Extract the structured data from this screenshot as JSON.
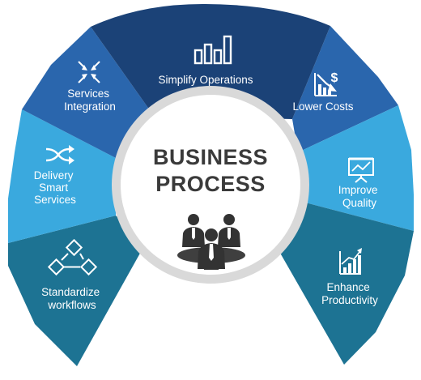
{
  "center": {
    "title_line1": "BUSINESS",
    "title_line2": "PROCESS",
    "icon": "team-meeting-icon"
  },
  "segments": [
    {
      "id": "simplify",
      "lines": [
        "Simplify Operations"
      ],
      "icon": "bar-blocks-icon",
      "color": "#1b4277"
    },
    {
      "id": "lower-costs",
      "lines": [
        "Lower Costs"
      ],
      "icon": "declining-dollar-chart-icon",
      "color": "#2a66ad"
    },
    {
      "id": "improve-quality",
      "lines": [
        "Improve",
        "Quality"
      ],
      "icon": "presentation-board-icon",
      "color": "#3aa9de"
    },
    {
      "id": "enhance-productivity",
      "lines": [
        "Enhance",
        "Productivity"
      ],
      "icon": "rising-bar-chart-icon",
      "color": "#1d7393"
    },
    {
      "id": "standardize-workflows",
      "lines": [
        "Standardize",
        "workflows"
      ],
      "icon": "workflow-diamonds-icon",
      "color": "#1d7393"
    },
    {
      "id": "delivery-smart-services",
      "lines": [
        "Delivery",
        "Smart",
        "Services"
      ],
      "icon": "shuffle-arrows-icon",
      "color": "#3aa9de"
    },
    {
      "id": "services-integration",
      "lines": [
        "Services",
        "Integration"
      ],
      "icon": "converging-arrows-icon",
      "color": "#2a66ad"
    }
  ]
}
